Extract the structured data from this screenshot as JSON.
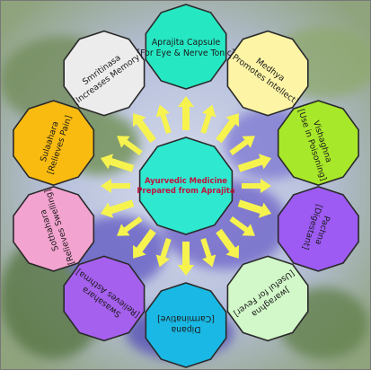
{
  "center": {
    "line1": "Ayurvedic Medicine",
    "line2": "Prepared from Aprajita",
    "color": "#2ee8d0"
  },
  "nodes": [
    {
      "line1": "Aprajita Capsule",
      "line2": "[For Eye & Nerve Tonic]",
      "color": "#25e8c3"
    },
    {
      "line1": "Medhya",
      "line2": "[Promotes Intellect]",
      "color": "#fdf4a6"
    },
    {
      "line1": "Vishaghna",
      "line2": "[Use in Poisoning]",
      "color": "#a8e82a"
    },
    {
      "line1": "Pachna",
      "line2": "[Digestant]",
      "color": "#9d5bf3"
    },
    {
      "line1": "Jwaraghna",
      "line2": "[Useful for Fever]",
      "color": "#d2f7c9"
    },
    {
      "line1": "Dipana",
      "line2": "[Carminative]",
      "color": "#1ab8e4"
    },
    {
      "line1": "Swasahara",
      "line2": "[Relieves Asthma]",
      "color": "#a660ee"
    },
    {
      "line1": "Sothahara",
      "line2": "[Relieves Swelling]",
      "color": "#f3a3cf"
    },
    {
      "line1": "Sulaahara",
      "line2": "[Relieves Pain]",
      "color": "#f9bb10"
    },
    {
      "line1": "Smritinasa",
      "line2": "[Increases Memory]",
      "color": "#ececec"
    }
  ],
  "arrow_color": "#f6f34f",
  "border_color": "#2a2a2a"
}
